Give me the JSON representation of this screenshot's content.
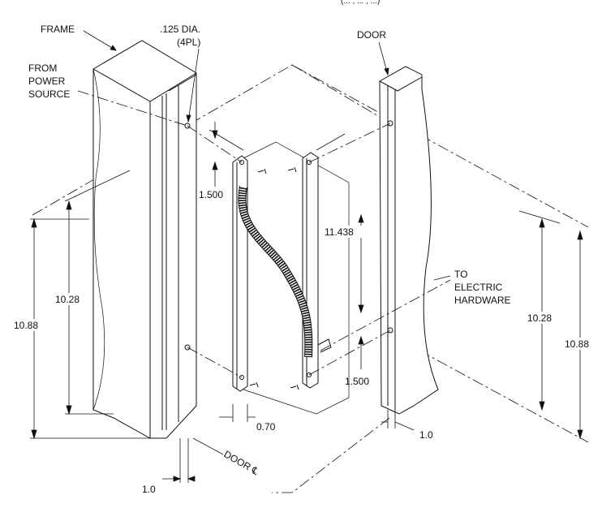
{
  "header_fragment": "(... , ... , ...)",
  "labels": {
    "frame": "FRAME",
    "hole_dia": ".125 DIA.",
    "hole_count": "(4PL)",
    "from_power_1": "FROM",
    "from_power_2": "POWER",
    "from_power_3": "SOURCE",
    "door": "DOOR",
    "to_1": "TO",
    "to_2": "ELECTRIC",
    "to_3": "HARDWARE",
    "door_cl": "DOOR ℄"
  },
  "dimensions": {
    "frame_outer": "10.88",
    "frame_inner": "10.28",
    "top_offset": "1.500",
    "length": "11.438",
    "door_inner": "10.28",
    "door_outer": "10.88",
    "bottom_offset": "1.500",
    "width": "0.70",
    "door_edge": "1.0",
    "frame_edge": "1.0"
  }
}
